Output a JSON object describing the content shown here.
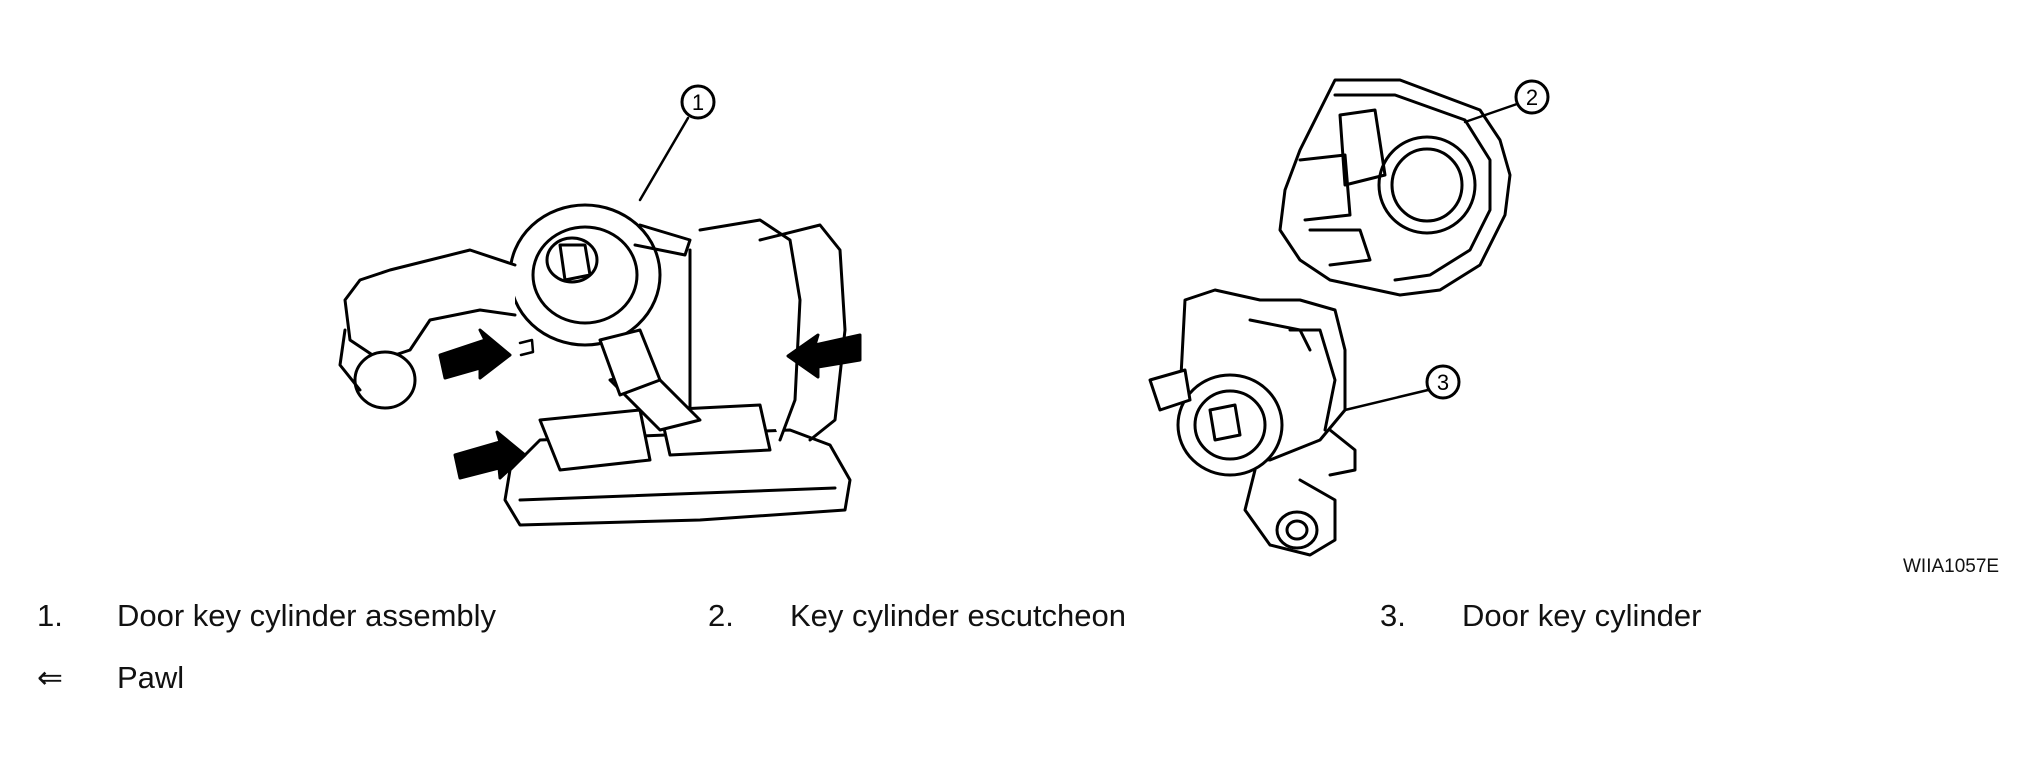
{
  "figure": {
    "code": "WIIA1057E",
    "callouts": [
      "1",
      "2",
      "3"
    ]
  },
  "legend": {
    "items": [
      {
        "number": "1.",
        "label": "Door key cylinder assembly"
      },
      {
        "number": "2.",
        "label": "Key cylinder escutcheon"
      },
      {
        "number": "3.",
        "label": "Door key cylinder"
      }
    ],
    "symbol": {
      "mark": "⇐",
      "label": "Pawl"
    }
  }
}
